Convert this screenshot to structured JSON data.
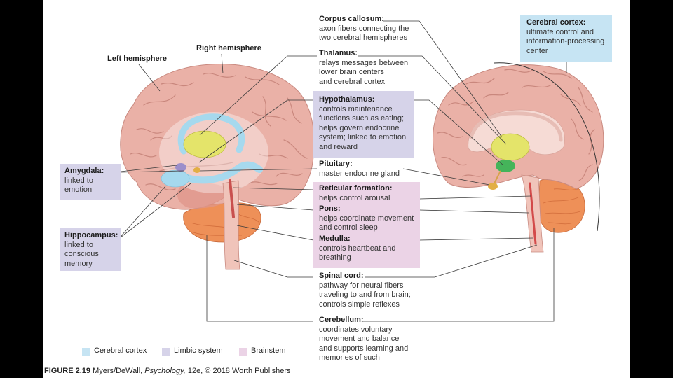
{
  "labels": {
    "corpus_callosum": {
      "title": "Corpus callosum:",
      "lines": [
        "axon fibers connecting the",
        "two cerebral hemispheres"
      ]
    },
    "thalamus": {
      "title": "Thalamus:",
      "lines": [
        "relays messages between",
        "lower brain centers",
        "and cerebral cortex"
      ]
    },
    "hypothalamus": {
      "title": "Hypothalamus:",
      "lines": [
        "controls maintenance",
        "functions such as eating;",
        "helps govern endocrine",
        "system; linked to emotion",
        "and reward"
      ]
    },
    "pituitary": {
      "title": "Pituitary:",
      "lines": [
        "master endocrine gland"
      ]
    },
    "reticular_formation": {
      "title": "Reticular formation:",
      "lines": [
        "helps control arousal"
      ]
    },
    "pons": {
      "title": "Pons:",
      "lines": [
        "helps coordinate movement",
        "and control sleep"
      ]
    },
    "medulla": {
      "title": "Medulla:",
      "lines": [
        "controls heartbeat and",
        "breathing"
      ]
    },
    "spinal_cord": {
      "title": "Spinal cord:",
      "lines": [
        "pathway for neural fibers",
        "traveling to and from brain;",
        "controls simple reflexes"
      ]
    },
    "cerebellum": {
      "title": "Cerebellum:",
      "lines": [
        "coordinates voluntary",
        "movement and balance",
        "and supports learning and",
        "memories of such"
      ]
    },
    "cerebral_cortex": {
      "title": "Cerebral cortex:",
      "lines": [
        "ultimate control and",
        "information-processing",
        "center"
      ]
    },
    "amygdala": {
      "title": "Amygdala:",
      "lines": [
        "linked to",
        "emotion"
      ]
    },
    "hippocampus": {
      "title": "Hippocampus:",
      "lines": [
        "linked to",
        "conscious",
        "memory"
      ]
    },
    "left_hemisphere": "Left hemisphere",
    "right_hemisphere": "Right hemisphere"
  },
  "legend": [
    {
      "label": "Cerebral cortex",
      "color": "#c6e4f3"
    },
    {
      "label": "Limbic system",
      "color": "#d6d3e9"
    },
    {
      "label": "Brainstem",
      "color": "#ebd3e6"
    }
  ],
  "caption": {
    "figure": "FIGURE 2.19",
    "authors": "Myers/DeWall,",
    "book": "Psychology,",
    "rest": "12e, © 2018 Worth Publishers"
  },
  "colors": {
    "cerebrum": "#eab1a7",
    "cerebellum": "#ee9058",
    "thalamus": "#e4e46a",
    "hypothalamus": "#45b45a",
    "hippocampus": "#a6d9ee",
    "amygdala": "#9c8fcb",
    "pituitary": "#e2ae45",
    "brainstem": "#f0c4ba"
  }
}
